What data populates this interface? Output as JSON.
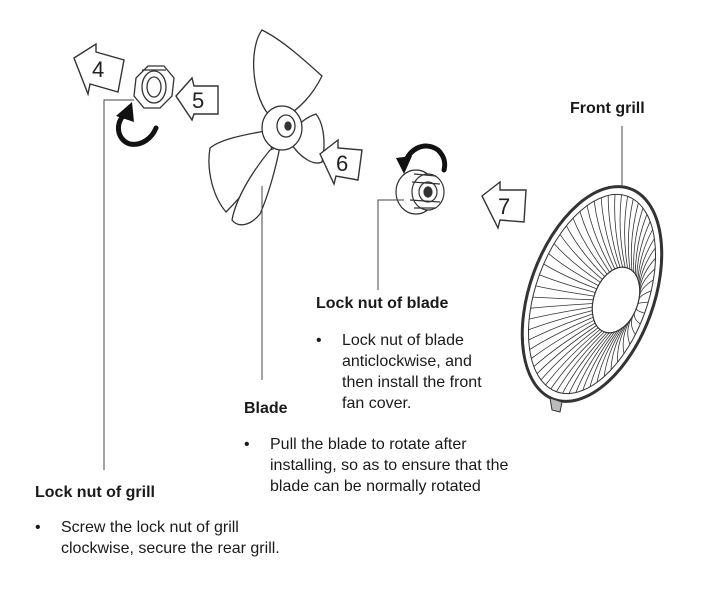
{
  "labels": {
    "front_grill": "Front grill",
    "lock_nut_blade": "Lock nut of blade",
    "blade": "Blade",
    "lock_nut_grill": "Lock nut of grill"
  },
  "steps": [
    "4",
    "5",
    "6",
    "7"
  ],
  "bullets": {
    "lock_nut_blade": "Lock nut of blade\nanticlockwise, and\nthen install the front\nfan cover.",
    "blade": "Pull the blade to rotate after\ninstalling, so as to ensure that the\nblade can be normally rotated",
    "lock_nut_grill": "Screw the lock nut of grill\nclockwise, secure the rear grill."
  },
  "bullet_glyph": "•",
  "icons": [
    "arrow-left-icon",
    "rotate-clockwise-icon",
    "rotate-anticlockwise-icon"
  ]
}
